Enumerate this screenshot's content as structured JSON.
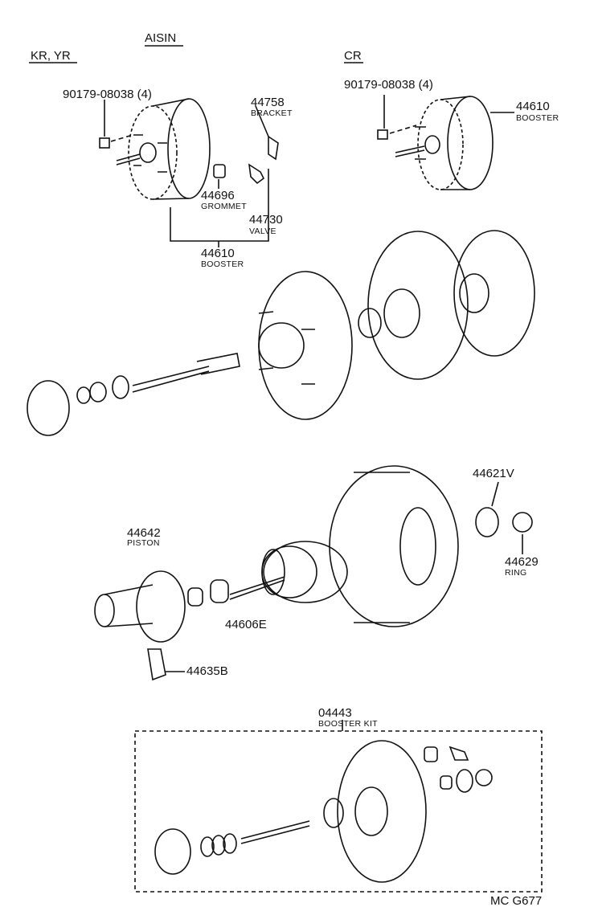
{
  "headers": {
    "manufacturer": "AISIN",
    "left_variant": "KR, YR",
    "right_variant": "CR"
  },
  "parts": {
    "nut_left": {
      "number": "90179-08038 (4)"
    },
    "nut_right": {
      "number": "90179-08038 (4)"
    },
    "bracket": {
      "number": "44758",
      "name": "BRACKET"
    },
    "booster_right": {
      "number": "44610",
      "name": "BOOSTER"
    },
    "grommet": {
      "number": "44696",
      "name": "GROMMET"
    },
    "valve": {
      "number": "44730",
      "name": "VALVE"
    },
    "booster_left": {
      "number": "44610",
      "name": "BOOSTER"
    },
    "seal": {
      "number": "44621V"
    },
    "ring": {
      "number": "44629",
      "name": "RING"
    },
    "piston": {
      "number": "44642",
      "name": "PISTON"
    },
    "rod": {
      "number": "44606E"
    },
    "key": {
      "number": "44635B"
    },
    "kit": {
      "number": "04443",
      "name": "BOOSTER KIT"
    }
  },
  "footer": {
    "code": "MC G677"
  }
}
